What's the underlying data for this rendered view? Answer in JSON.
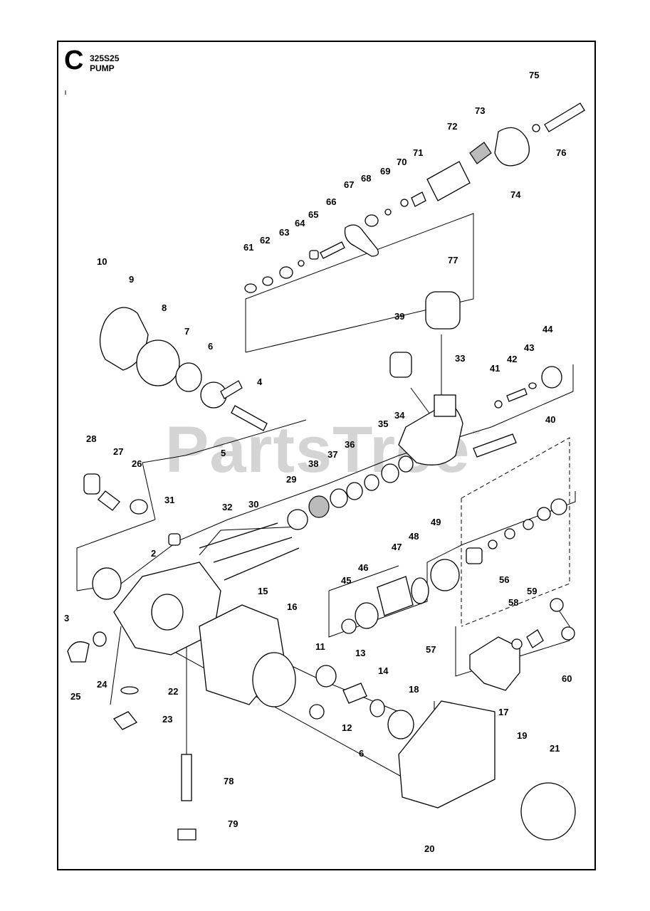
{
  "header": {
    "section_letter": "C",
    "model": "325S25",
    "title": "PUMP"
  },
  "watermark": {
    "text": "PartsTree",
    "trademark": "™"
  },
  "colors": {
    "line": "#000000",
    "watermark": "#d4d4d4",
    "background": "#ffffff"
  },
  "callouts": [
    {
      "label": "2"
    },
    {
      "label": "3"
    },
    {
      "label": "4"
    },
    {
      "label": "5"
    },
    {
      "label": "6"
    },
    {
      "label": "6"
    },
    {
      "label": "7"
    },
    {
      "label": "8"
    },
    {
      "label": "9"
    },
    {
      "label": "10"
    },
    {
      "label": "11"
    },
    {
      "label": "12"
    },
    {
      "label": "13"
    },
    {
      "label": "14"
    },
    {
      "label": "15"
    },
    {
      "label": "16"
    },
    {
      "label": "17"
    },
    {
      "label": "18"
    },
    {
      "label": "19"
    },
    {
      "label": "20"
    },
    {
      "label": "21"
    },
    {
      "label": "22"
    },
    {
      "label": "23"
    },
    {
      "label": "24"
    },
    {
      "label": "25"
    },
    {
      "label": "26"
    },
    {
      "label": "27"
    },
    {
      "label": "28"
    },
    {
      "label": "29"
    },
    {
      "label": "30"
    },
    {
      "label": "31"
    },
    {
      "label": "32"
    },
    {
      "label": "33"
    },
    {
      "label": "34"
    },
    {
      "label": "35"
    },
    {
      "label": "36"
    },
    {
      "label": "37"
    },
    {
      "label": "38"
    },
    {
      "label": "39"
    },
    {
      "label": "40"
    },
    {
      "label": "41"
    },
    {
      "label": "42"
    },
    {
      "label": "43"
    },
    {
      "label": "44"
    },
    {
      "label": "45"
    },
    {
      "label": "46"
    },
    {
      "label": "47"
    },
    {
      "label": "48"
    },
    {
      "label": "49"
    },
    {
      "label": "56"
    },
    {
      "label": "57"
    },
    {
      "label": "58"
    },
    {
      "label": "59"
    },
    {
      "label": "60"
    },
    {
      "label": "61"
    },
    {
      "label": "62"
    },
    {
      "label": "63"
    },
    {
      "label": "64"
    },
    {
      "label": "65"
    },
    {
      "label": "66"
    },
    {
      "label": "67"
    },
    {
      "label": "68"
    },
    {
      "label": "69"
    },
    {
      "label": "70"
    },
    {
      "label": "71"
    },
    {
      "label": "72"
    },
    {
      "label": "73"
    },
    {
      "label": "74"
    },
    {
      "label": "75"
    },
    {
      "label": "76"
    },
    {
      "label": "77"
    },
    {
      "label": "78"
    },
    {
      "label": "79"
    }
  ]
}
